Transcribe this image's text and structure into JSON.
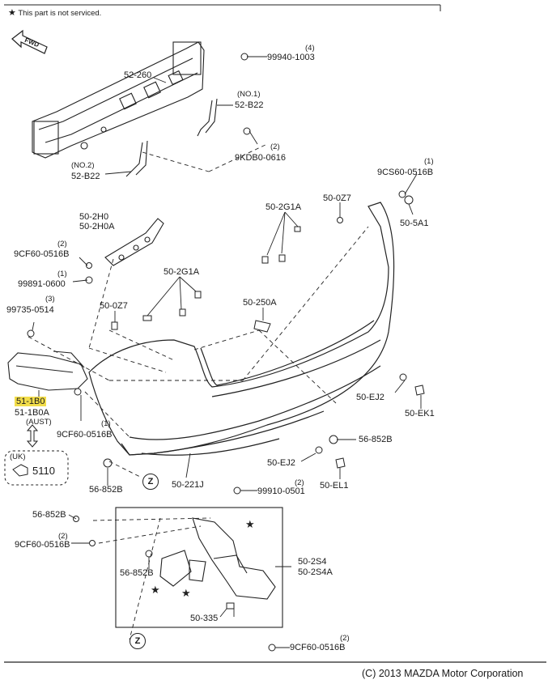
{
  "note": "This part is not serviced.",
  "note_symbol": "★",
  "copyright": "(C) 2013 MAZDA Motor Corporation",
  "fwd_label": "FWD",
  "zoom_marker": "Z",
  "callouts": [
    {
      "id": "52-260",
      "text": "52-260"
    },
    {
      "id": "99940-1003-qty",
      "text": "(4)"
    },
    {
      "id": "99940-1003",
      "text": "99940-1003"
    },
    {
      "id": "52-B22-no1-tag",
      "text": "(NO.1)"
    },
    {
      "id": "52-B22-no1",
      "text": "52-B22"
    },
    {
      "id": "9KDB0-0616-qty",
      "text": "(2)"
    },
    {
      "id": "9KDB0-0616",
      "text": "9KDB0-0616"
    },
    {
      "id": "52-B22-no2-tag",
      "text": "(NO.2)"
    },
    {
      "id": "52-B22-no2",
      "text": "52-B22"
    },
    {
      "id": "9CS60-0516B-qty",
      "text": "(1)"
    },
    {
      "id": "9CS60-0516B",
      "text": "9CS60-0516B"
    },
    {
      "id": "50-0Z7-top",
      "text": "50-0Z7"
    },
    {
      "id": "50-5A1",
      "text": "50-5A1"
    },
    {
      "id": "50-2G1A-top",
      "text": "50-2G1A"
    },
    {
      "id": "50-2H0",
      "text": "50-2H0"
    },
    {
      "id": "50-2H0A",
      "text": "50-2H0A"
    },
    {
      "id": "9CF60-0516B-a-qty",
      "text": "(2)"
    },
    {
      "id": "9CF60-0516B-a",
      "text": "9CF60-0516B"
    },
    {
      "id": "99891-0600-qty",
      "text": "(1)"
    },
    {
      "id": "99891-0600",
      "text": "99891-0600"
    },
    {
      "id": "50-2G1A-mid",
      "text": "50-2G1A"
    },
    {
      "id": "99735-0514-qty",
      "text": "(3)"
    },
    {
      "id": "99735-0514",
      "text": "99735-0514"
    },
    {
      "id": "50-0Z7-mid",
      "text": "50-0Z7"
    },
    {
      "id": "50-250A",
      "text": "50-250A"
    },
    {
      "id": "51-1B0",
      "text": "51-1B0"
    },
    {
      "id": "51-1B0A",
      "text": "51-1B0A"
    },
    {
      "id": "aust",
      "text": "(AUST)"
    },
    {
      "id": "9CF60-0516B-b-qty",
      "text": "(1)"
    },
    {
      "id": "9CF60-0516B-b",
      "text": "9CF60-0516B"
    },
    {
      "id": "50-EJ2-top",
      "text": "50-EJ2"
    },
    {
      "id": "50-EK1",
      "text": "50-EK1"
    },
    {
      "id": "uk",
      "text": "(UK)"
    },
    {
      "id": "5110",
      "text": "5110"
    },
    {
      "id": "56-852B-right",
      "text": "56-852B"
    },
    {
      "id": "50-EJ2-bot",
      "text": "50-EJ2"
    },
    {
      "id": "56-852B-left",
      "text": "56-852B"
    },
    {
      "id": "50-221J",
      "text": "50-221J"
    },
    {
      "id": "99910-0501-qty",
      "text": "(2)"
    },
    {
      "id": "99910-0501",
      "text": "99910-0501"
    },
    {
      "id": "50-EL1",
      "text": "50-EL1"
    },
    {
      "id": "56-852B-box-top",
      "text": "56-852B"
    },
    {
      "id": "9CF60-0516B-c-qty",
      "text": "(2)"
    },
    {
      "id": "9CF60-0516B-c",
      "text": "9CF60-0516B"
    },
    {
      "id": "50-2S4",
      "text": "50-2S4"
    },
    {
      "id": "50-2S4A",
      "text": "50-2S4A"
    },
    {
      "id": "56-852B-box",
      "text": "56-852B"
    },
    {
      "id": "50-335",
      "text": "50-335"
    },
    {
      "id": "9CF60-0516B-d-qty",
      "text": "(2)"
    },
    {
      "id": "9CF60-0516B-d",
      "text": "9CF60-0516B"
    }
  ],
  "colors": {
    "line": "#222222",
    "highlight": "#f2dd4a",
    "background": "#ffffff"
  }
}
